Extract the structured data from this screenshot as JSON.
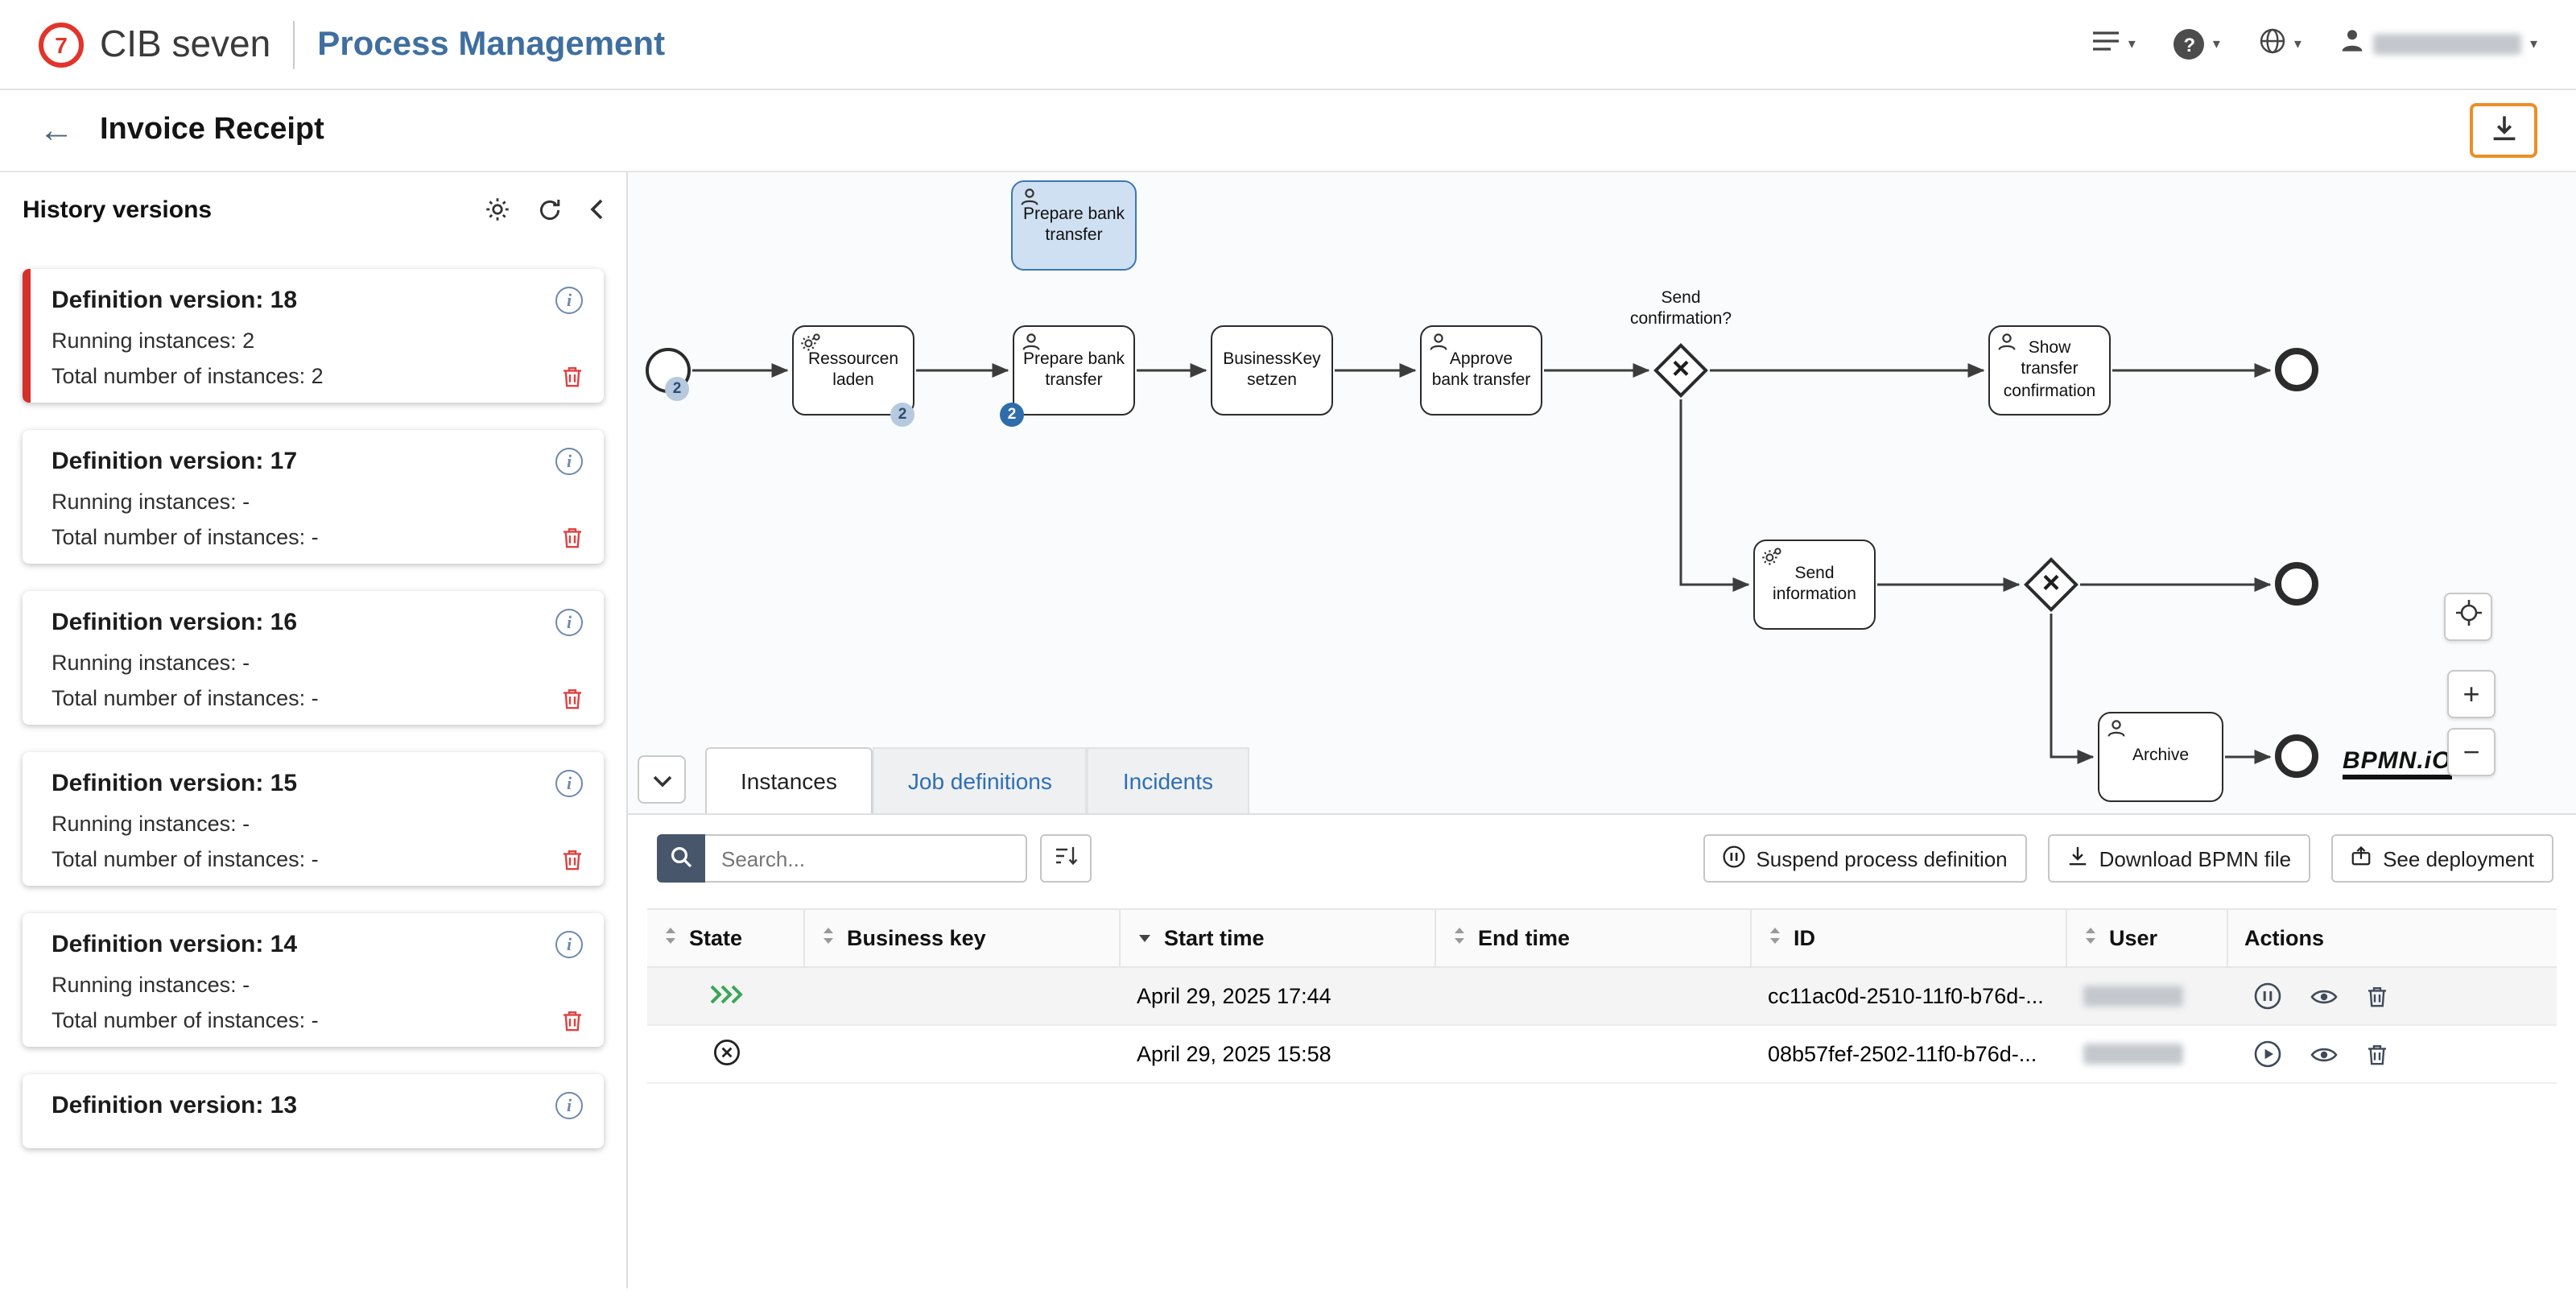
{
  "header": {
    "brand": "CIB seven",
    "app_title": "Process Management"
  },
  "title_bar": {
    "title": "Invoice Receipt"
  },
  "sidebar": {
    "title": "History versions",
    "versions": [
      {
        "label": "Definition version: 18",
        "running": "Running instances: 2",
        "total": "Total number of instances: 2"
      },
      {
        "label": "Definition version: 17",
        "running": "Running instances: -",
        "total": "Total number of instances: -"
      },
      {
        "label": "Definition version: 16",
        "running": "Running instances: -",
        "total": "Total number of instances: -"
      },
      {
        "label": "Definition version: 15",
        "running": "Running instances: -",
        "total": "Total number of instances: -"
      },
      {
        "label": "Definition version: 14",
        "running": "Running instances: -",
        "total": "Total number of instances: -"
      },
      {
        "label": "Definition version: 13",
        "running": "",
        "total": ""
      }
    ]
  },
  "diagram": {
    "selected_task": "Prepare bank transfer",
    "tasks": {
      "load": "Ressourcen laden",
      "prepare": "Prepare bank transfer",
      "business_key": "BusinessKey setzen",
      "approve": "Approve bank transfer",
      "show": "Show transfer confirmation",
      "send_info": "Send information",
      "archive": "Archive"
    },
    "gateway_label": "Send confirmation?",
    "badges": {
      "start": "2",
      "load": "2",
      "prepare": "2"
    },
    "logo": "BPMN.iO"
  },
  "panel": {
    "tabs": {
      "instances": "Instances",
      "jobs": "Job definitions",
      "incidents": "Incidents"
    },
    "search_placeholder": "Search...",
    "buttons": {
      "suspend": "Suspend process definition",
      "download": "Download BPMN file",
      "deployment": "See deployment"
    }
  },
  "table": {
    "headers": {
      "state": "State",
      "business_key": "Business key",
      "start": "Start time",
      "end": "End time",
      "id": "ID",
      "user": "User",
      "actions": "Actions"
    },
    "rows": [
      {
        "state": "running",
        "business_key": "",
        "start": "April 29, 2025 17:44",
        "end": "",
        "id": "cc11ac0d-2510-11f0-b76d-..."
      },
      {
        "state": "suspended",
        "business_key": "",
        "start": "April 29, 2025 15:58",
        "end": "",
        "id": "08b57fef-2502-11f0-b76d-..."
      }
    ]
  }
}
